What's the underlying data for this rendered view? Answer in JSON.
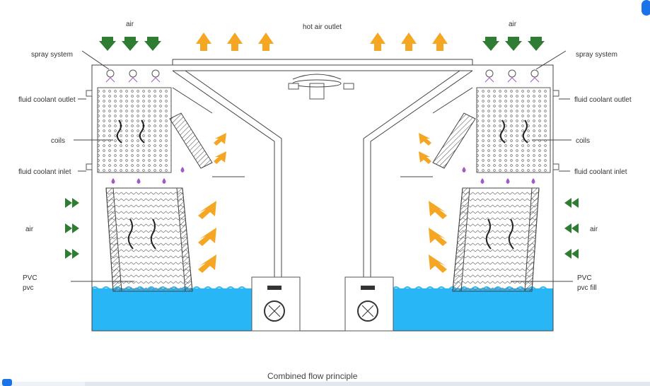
{
  "labels": {
    "air_top_left": "air",
    "air_top_right": "air",
    "hot_air_outlet": "hot air outlet",
    "spray_left": "spray system",
    "spray_right": "spray system",
    "fluid_out_left": "fluid coolant outlet",
    "fluid_out_right": "fluid coolant outlet",
    "coils_left": "coils",
    "coils_right": "coils",
    "fluid_in_left": "fluid coolant inlet",
    "fluid_in_right": "fluid coolant inlet",
    "air_left": "air",
    "air_right": "air",
    "pvc_left_1": "PVC",
    "pvc_left_2": "pvc",
    "pvc_right_1": "PVC",
    "pvc_right_2": "pvc fill"
  },
  "caption": "Combined flow principle",
  "colors": {
    "air_in_arrow": "#2e7d32",
    "hot_air_arrow": "#f5a623",
    "water": "#29b6f6",
    "droplet": "#a05bc8",
    "fill_hatch": "#555555"
  }
}
